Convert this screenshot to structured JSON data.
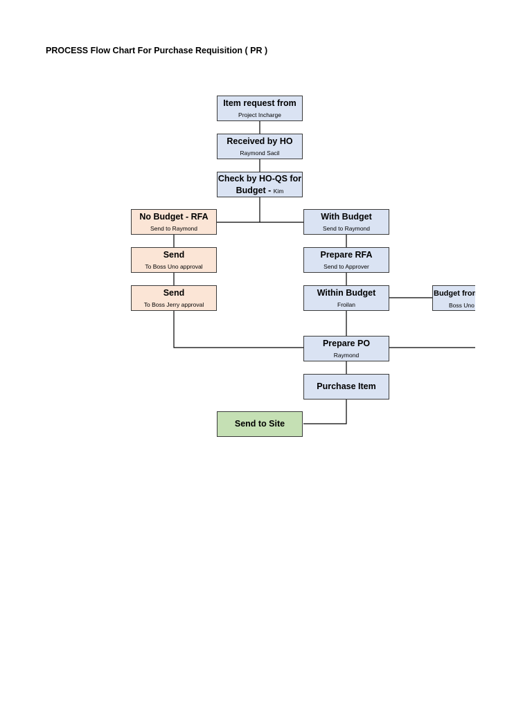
{
  "title": "PROCESS Flow Chart For Purchase Requisition ( PR )",
  "colors": {
    "blue_box": "#dae3f3",
    "orange_box": "#fbe5d6",
    "green_box": "#c5e0b4",
    "line": "#000000"
  },
  "nodes": {
    "item_request": {
      "main": "Item request from",
      "sub": "Project Incharge"
    },
    "received_ho": {
      "main": "Received by HO",
      "sub": "Raymond Sacil"
    },
    "check_budget": {
      "line1": "Check by HO-QS for",
      "line2": "Budget - ",
      "line2_sub": "Kim"
    },
    "no_budget": {
      "main": "No Budget - RFA",
      "sub": "Send to Raymond"
    },
    "with_budget": {
      "main": "With Budget",
      "sub": "Send to Raymond"
    },
    "send_uno": {
      "main": "Send",
      "sub": "To Boss Uno approval"
    },
    "prepare_rfa": {
      "main": "Prepare RFA",
      "sub": "Send to Approver"
    },
    "send_jerry": {
      "main": "Send",
      "sub": "To Boss Jerry approval"
    },
    "within_budget": {
      "main": "Within Budget",
      "sub": "Froilan"
    },
    "budget_from": {
      "main": "Budget from",
      "sub": "Boss Uno"
    },
    "prepare_po": {
      "main": "Prepare PO",
      "sub": "Raymond"
    },
    "purchase_item": {
      "main": "Purchase Item"
    },
    "send_to_site": {
      "main": "Send to Site"
    }
  }
}
